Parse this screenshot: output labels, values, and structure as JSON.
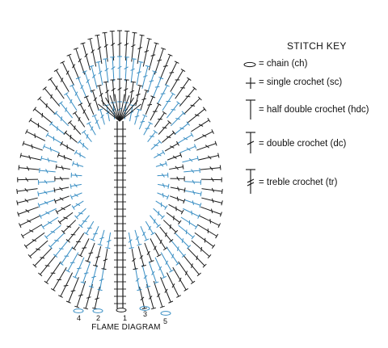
{
  "diagram": {
    "caption": "FLAME DIAGRAM",
    "row_numbers": [
      "4",
      "2",
      "1",
      "3",
      "5"
    ],
    "colors": {
      "black_rows": "#1a1a1a",
      "blue_rows": "#3a8fc4"
    }
  },
  "stitch_key": {
    "title": "STITCH KEY",
    "items": [
      {
        "symbol": "chain-icon",
        "label": "= chain (ch)"
      },
      {
        "symbol": "single-crochet-icon",
        "label": "= single crochet (sc)"
      },
      {
        "symbol": "half-double-crochet-icon",
        "label": "= half double crochet (hdc)"
      },
      {
        "symbol": "double-crochet-icon",
        "label": "= double crochet (dc)"
      },
      {
        "symbol": "treble-crochet-icon",
        "label": "= treble crochet (tr)"
      }
    ]
  }
}
